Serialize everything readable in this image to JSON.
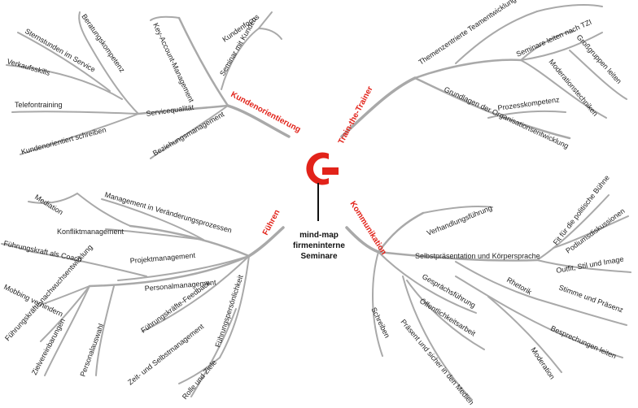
{
  "accent_color": "#e2231a",
  "branch_color": "#a9a9a9",
  "logo": {
    "icon": "red-g-logo-icon"
  },
  "center": {
    "lines": [
      "mind-map",
      "firmeninterne",
      "Seminare"
    ]
  },
  "kundenorientierung": {
    "title": "Kundenorientierung",
    "items": {
      "sternstunden": "Sternstunden im Service",
      "beratung": "Beratungskompetenz",
      "verkauf": "Verkaufsskills",
      "telefon": "Telefontraining",
      "schreiben": "Kundenorientiert schreiben",
      "service": "Servicequalität",
      "keyaccount": "Key-Account-Management",
      "kundenfocus": "Kundenfocus",
      "seminar_kunden": "Seminar mit Kunden",
      "beziehung": "Beziehungsmanagement"
    }
  },
  "train": {
    "title": "Train-the-Trainer",
    "items": {
      "thema": "Themenzentrierte Teamentwicklung",
      "tzi": "Seminare leiten nach TZI",
      "gross": "Großgruppen leiten",
      "moderation": "Moderationstechniken",
      "prozess": "Prozesskompetenz",
      "grundlagen": "Grundlagen der Organisationsentwicklung"
    }
  },
  "fuehren": {
    "title": "Führen",
    "items": {
      "mediation": "Mediation",
      "veraenderung": "Management in Veränderungsprozessen",
      "konflikt": "Konfliktmanagement",
      "projekt": "Projektmanagement",
      "coach": "Führungskraft als Coach",
      "personal": "Personalmanagement",
      "mobbing": "Mobbing verhindern",
      "nachwuchs": "Führungskräfte-nachwuchsentwicklung",
      "feedback": "Führungskräfte-Feedback",
      "persoenlichkeit": "Führungspersönlichkeit",
      "ziel": "Zielvereinbarungen",
      "auswahl": "Personalauswahl",
      "selbst": "Zeit- und Selbstmanagement",
      "rolle": "Rolle und Ziele"
    }
  },
  "kommunikation": {
    "title": "Kommunikation",
    "items": {
      "verhandlung": "Verhandlungsführung",
      "selbstpraes": "Selbstpräsentation und Körpersprache",
      "buehne": "Fit für die politische Bühne",
      "podium": "Podiumsdiskussionen",
      "outfit": "Outfit, Stil und Image",
      "rhetorik": "Rhetorik",
      "stimme": "Stimme und Präsenz",
      "gespraech": "Gesprächsführung",
      "oeffentlich": "Öffentlichkeitsarbeit",
      "schreiben": "Schreiben",
      "medien": "Präsent und sicher in den Medien",
      "besprechungen": "Besprechungen leiten",
      "moderation": "Moderation"
    }
  }
}
